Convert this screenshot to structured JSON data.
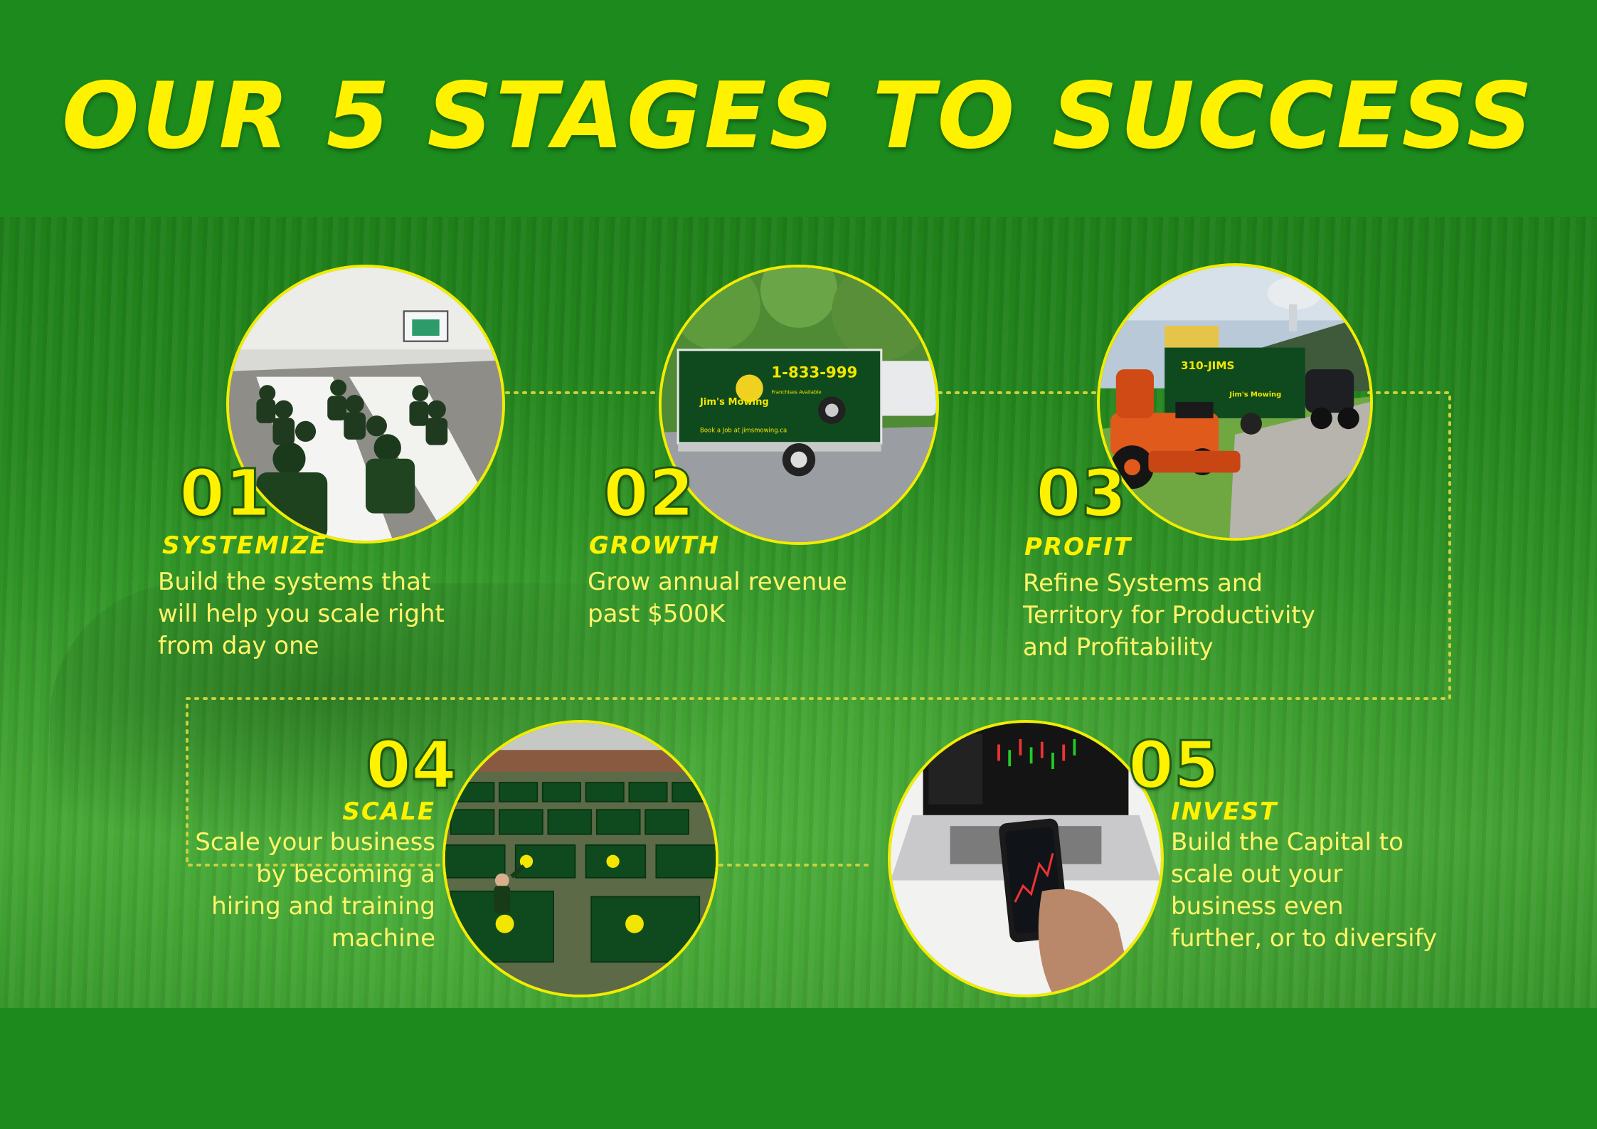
{
  "title": "OUR 5 STAGES TO SUCCESS",
  "colors": {
    "background": "#1c8a1c",
    "accent": "#fff200",
    "text": "#fff46a",
    "dotted_line": "#c9d23a"
  },
  "stages": [
    {
      "number": "01",
      "name": "SYSTEMIZE",
      "description": [
        "Build the systems that",
        "will help you scale right",
        "from day one"
      ],
      "photo": "training-seminar-photo"
    },
    {
      "number": "02",
      "name": "GROWTH",
      "description": [
        "Grow annual revenue",
        "past $500K"
      ],
      "photo": "trailer-photo",
      "photo_text": {
        "phone": "1-833-999",
        "brand": "Jim's Mowing",
        "side": "Franchises Available",
        "site": "Book a Job at jimsmowing.ca"
      }
    },
    {
      "number": "03",
      "name": "PROFIT",
      "description": [
        "Refine Systems and",
        "Territory for Productivity",
        "and Profitability"
      ],
      "photo": "mower-trailer-photo",
      "photo_text": {
        "phone": "310-JIMS",
        "brand": "Jim's Mowing"
      }
    },
    {
      "number": "04",
      "name": "SCALE",
      "description": [
        "Scale your business",
        "by becoming a",
        "hiring and training",
        "machine"
      ],
      "photo": "trailer-fleet-photo"
    },
    {
      "number": "05",
      "name": "INVEST",
      "description": [
        "Build the Capital to",
        "scale out your",
        "business even",
        "further, or to diversify"
      ],
      "photo": "trading-app-photo"
    }
  ]
}
